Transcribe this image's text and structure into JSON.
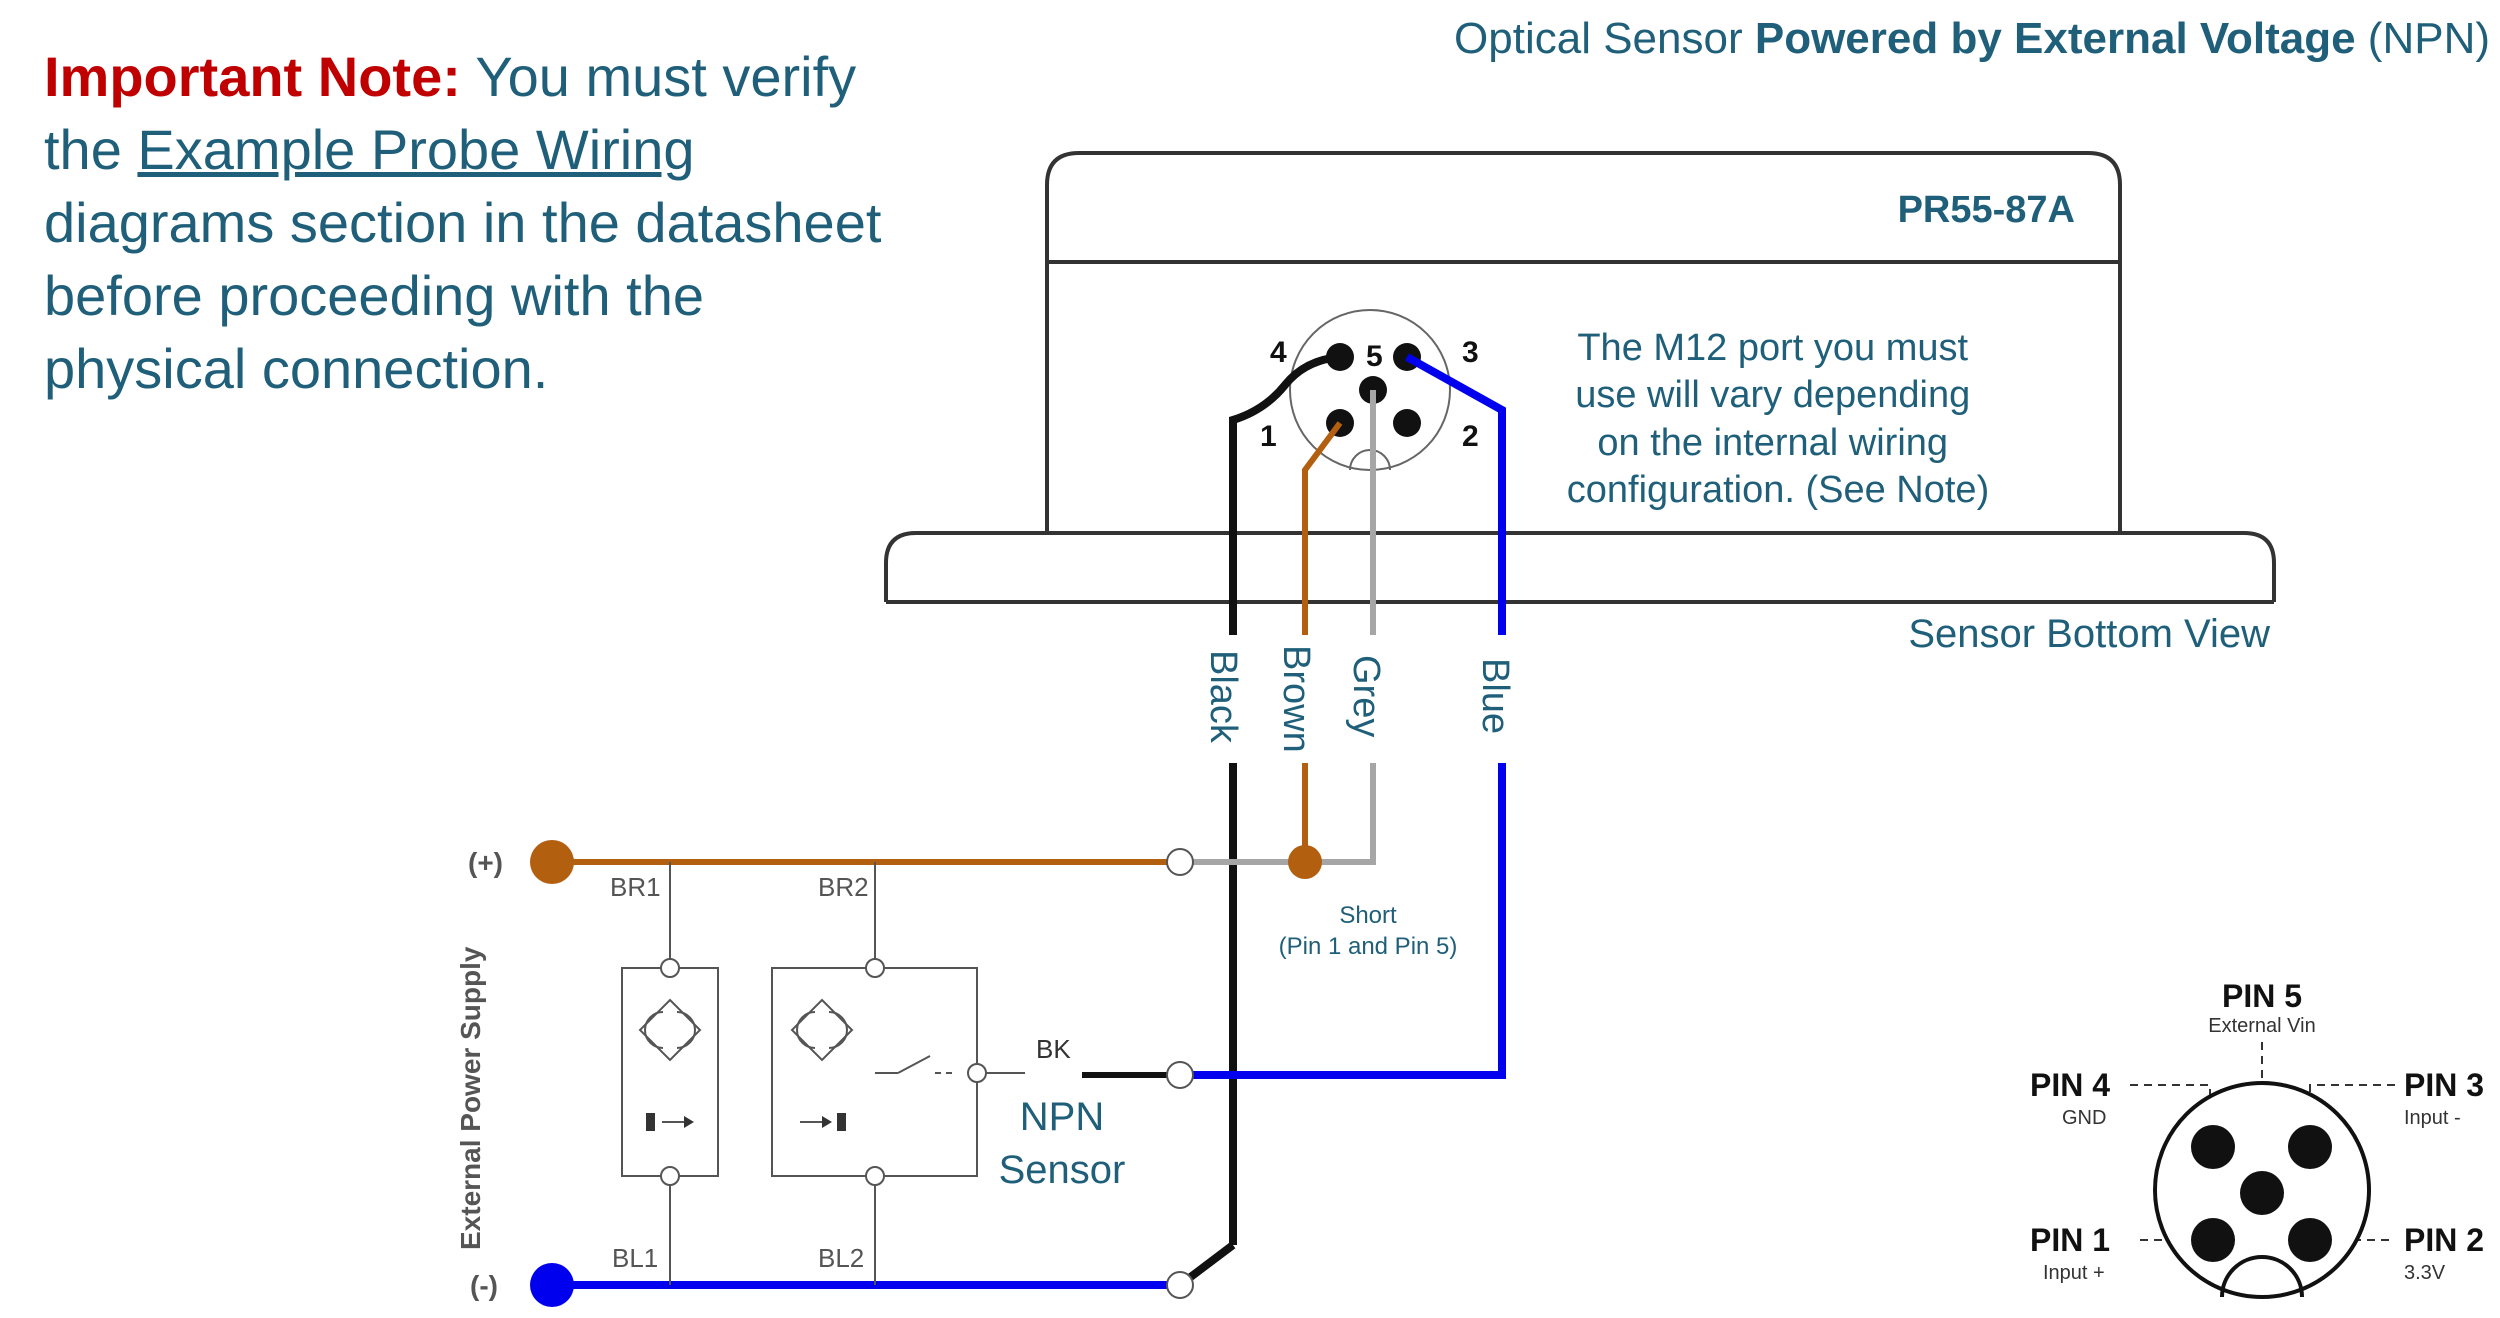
{
  "note": {
    "label": "Important Note:",
    "t1": "You must verify the",
    "link": "Example Probe Wiring",
    "t2": "diagrams section in the datasheet before proceeding with the physical connection."
  },
  "title": {
    "prefix": "Optical Sensor",
    "bold": "Powered by External Voltage",
    "suffix": "(NPN)"
  },
  "sensor": {
    "model": "PR55-87A",
    "port_note": [
      "The M12 port you must",
      "use will vary depending",
      "on the internal wiring",
      "configuration. (See Note)"
    ],
    "bottom_view": "Sensor Bottom View",
    "pins": [
      "1",
      "2",
      "3",
      "4",
      "5"
    ]
  },
  "wires": {
    "black": "Black",
    "brown": "Brown",
    "grey": "Grey",
    "blue": "Blue",
    "short": "Short",
    "short_detail": "(Pin 1 and Pin 5)"
  },
  "circuit": {
    "plus": "(+)",
    "minus": "(-)",
    "supply": "External Power Supply",
    "br1": "BR1",
    "br2": "BR2",
    "bl1": "BL1",
    "bl2": "BL2",
    "bk": "BK",
    "npn": "NPN",
    "sensor": "Sensor"
  },
  "pinout": [
    {
      "pin": "PIN 5",
      "desc": "External Vin"
    },
    {
      "pin": "PIN 4",
      "desc": "GND"
    },
    {
      "pin": "PIN 3",
      "desc": "Input -"
    },
    {
      "pin": "PIN 1",
      "desc": "Input +"
    },
    {
      "pin": "PIN 2",
      "desc": "3.3V"
    }
  ],
  "colors": {
    "text": "#1f5f7a",
    "warning": "#c00000",
    "brown": "#b35f10",
    "grey": "#a6a6a6",
    "blue": "#0000ee",
    "black": "#111111",
    "outline": "#333333"
  }
}
